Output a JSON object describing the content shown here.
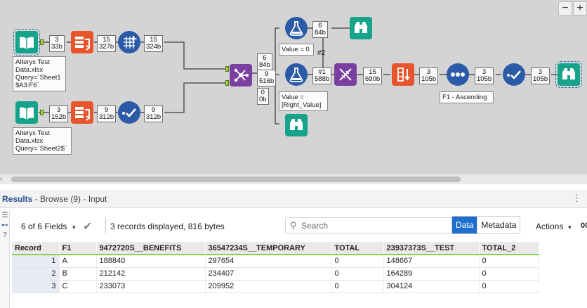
{
  "canvas": {
    "zoom_out_label": "−",
    "zoom_in_label": "+",
    "input1": {
      "records": "3",
      "size": "33b",
      "annotation": "Alteryx Test\nData.xlsx\nQuery=`Sheet1\n$A3:F6`"
    },
    "text_to_columns1": {
      "records": "15",
      "size": "327b"
    },
    "cleanse": {
      "records": "15",
      "size": "324b"
    },
    "input2": {
      "records": "3",
      "size": "152b",
      "annotation": "Alteryx Test\nData.xlsx\nQuery=`Sheet2$`"
    },
    "text_to_columns2": {
      "records": "9",
      "size": "312b"
    },
    "select2": {
      "records": "9",
      "size": "312b"
    },
    "union_join": {
      "left_records": "6",
      "left_size": "84b",
      "join_records": "9",
      "join_size": "516b",
      "right_records": "0",
      "right_size": "0b"
    },
    "formula_top": {
      "records": "6",
      "size": "84b",
      "annotation": "Value = 0",
      "connection_label": "#2"
    },
    "formula_mid": {
      "records": "#1",
      "size": "588b",
      "annotation": "Value =\n[Right_Value]"
    },
    "transpose": {
      "records": "15",
      "size": "690b"
    },
    "sort": {
      "records": "3",
      "size": "105b",
      "annotation": "F1 - Ascending"
    },
    "crosstab": {
      "records": "3",
      "size": "105b"
    },
    "select_final": {
      "records": "3",
      "size": "105b"
    },
    "scroll_left": "‹"
  },
  "results": {
    "title": "Results",
    "subtitle": " - Browse (9) - Input",
    "menu_icon": "⋮",
    "fields_label": "6 of 6 Fields",
    "records_info": "3 records displayed, 816 bytes",
    "search_placeholder": "Search",
    "data_tab": "Data",
    "metadata_tab": "Metadata",
    "actions_label": "Actions",
    "more_label": "00",
    "columns": [
      "Record",
      "F1",
      "9472720S__BENEFITS",
      "36547234S__TEMPORARY",
      "TOTAL",
      "23937373S__TEST",
      "TOTAL_2"
    ],
    "rows": [
      [
        "1",
        "A",
        "188840",
        "297654",
        "0",
        "148667",
        "0"
      ],
      [
        "2",
        "B",
        "212142",
        "234407",
        "0",
        "164289",
        "0"
      ],
      [
        "3",
        "C",
        "233073",
        "209952",
        "0",
        "304124",
        "0"
      ]
    ]
  },
  "colors": {
    "input_tool": "#15a38a",
    "prep_tool": "#2a5aa8",
    "join_tool": "#7b3fa0",
    "transform_tool": "#e8552c",
    "browse_tool": "#15a38a",
    "data_tab": "#1f6fcf",
    "header_rule": "#8bd04b"
  }
}
